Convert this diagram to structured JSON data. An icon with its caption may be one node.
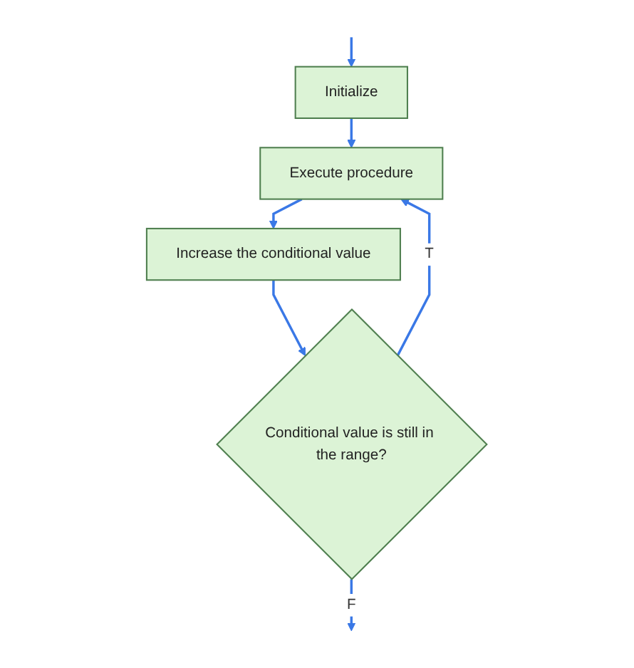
{
  "diagram": {
    "nodes": [
      {
        "text": [
          "Initialize"
        ]
      },
      {
        "text": [
          "Execute procedure"
        ]
      },
      {
        "text": [
          "Increase the conditional value"
        ]
      },
      {
        "text": [
          "Conditional value is still in the range?"
        ]
      }
    ],
    "edges": [
      {
        "from": null,
        "to": 0,
        "arrow": "to"
      },
      {
        "from": 0,
        "to": 1,
        "arrow": "to"
      },
      {
        "from": 1,
        "to": 2,
        "arrow": "to"
      },
      {
        "from": 2,
        "to": 3,
        "arrow": "to"
      },
      {
        "from": 3,
        "to": 1,
        "arrow": "to",
        "label": "T"
      },
      {
        "from": 3,
        "to": null,
        "arrow": "to",
        "label": "F"
      }
    ]
  }
}
